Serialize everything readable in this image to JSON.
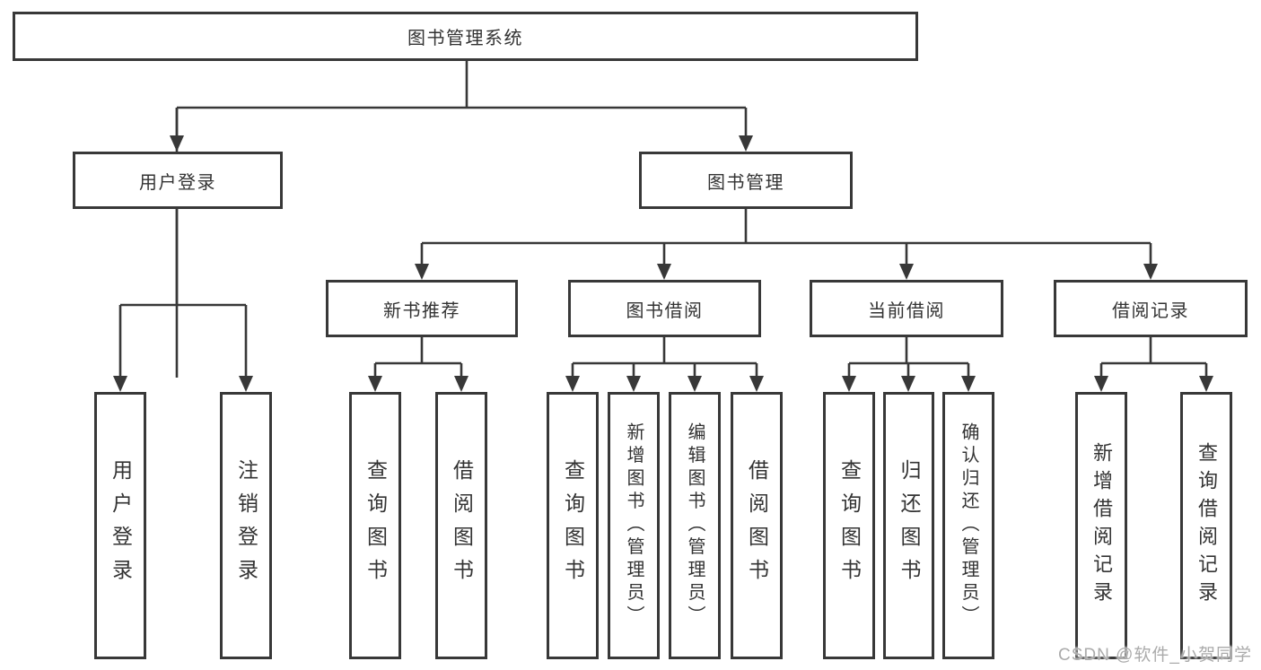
{
  "tree": {
    "root": {
      "label": "图书管理系统"
    },
    "branches": [
      {
        "label": "用户登录",
        "children": [
          {
            "label": "用户登录"
          },
          {
            "label": "注销登录"
          }
        ]
      },
      {
        "label": "图书管理",
        "children": [
          {
            "label": "新书推荐",
            "children": [
              {
                "label": "查询图书"
              },
              {
                "label": "借阅图书"
              }
            ]
          },
          {
            "label": "图书借阅",
            "children": [
              {
                "label": "查询图书"
              },
              {
                "label": "新增图书（管理员）"
              },
              {
                "label": "编辑图书（管理员）"
              },
              {
                "label": "借阅图书"
              }
            ]
          },
          {
            "label": "当前借阅",
            "children": [
              {
                "label": "查询图书"
              },
              {
                "label": "归还图书"
              },
              {
                "label": "确认归还（管理员）"
              }
            ]
          },
          {
            "label": "借阅记录",
            "children": [
              {
                "label": "新增借阅记录"
              },
              {
                "label": "查询借阅记录"
              }
            ]
          }
        ]
      }
    ]
  },
  "watermark": {
    "text": "CSDN @软件_小贺同学"
  },
  "colors": {
    "line": "#383838",
    "border": "#383838",
    "text": "#333333",
    "box_background": "#ffffff",
    "watermark": "#ababab"
  }
}
